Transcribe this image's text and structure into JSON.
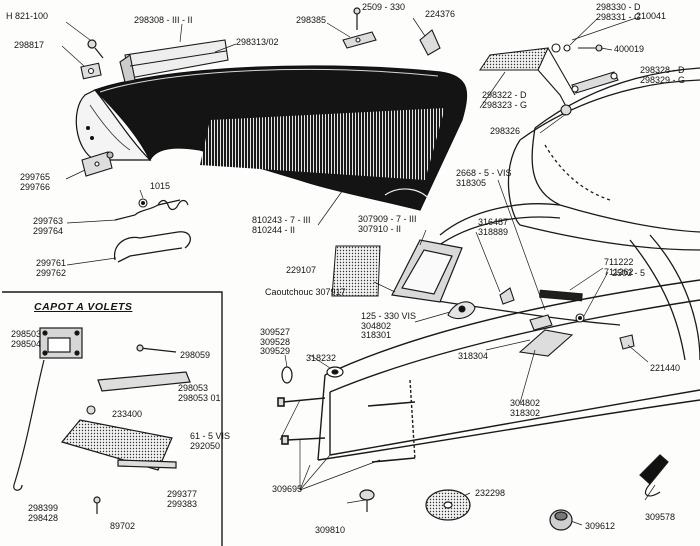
{
  "inset": {
    "title": "CAPOT A VOLETS"
  },
  "labels": [
    {
      "id": "h821100",
      "lines": [
        "H 821-100"
      ]
    },
    {
      "id": "298817",
      "lines": [
        "298817"
      ]
    },
    {
      "id": "298308",
      "lines": [
        "298308 - III - II"
      ]
    },
    {
      "id": "298313",
      "lines": [
        "298313/02"
      ]
    },
    {
      "id": "298385",
      "lines": [
        "298385"
      ]
    },
    {
      "id": "2509",
      "lines": [
        "2509 - 330"
      ]
    },
    {
      "id": "224376",
      "lines": [
        "224376"
      ]
    },
    {
      "id": "298330",
      "lines": [
        "298330 - D",
        "298331 - G"
      ]
    },
    {
      "id": "210041",
      "lines": [
        "210041"
      ]
    },
    {
      "id": "400019",
      "lines": [
        "400019"
      ]
    },
    {
      "id": "298328",
      "lines": [
        "298328 - D",
        "298329 - G"
      ]
    },
    {
      "id": "298322",
      "lines": [
        "298322 - D",
        "298323 - G"
      ]
    },
    {
      "id": "298326",
      "lines": [
        "298326"
      ]
    },
    {
      "id": "299765",
      "lines": [
        "299765",
        "299766"
      ]
    },
    {
      "id": "1015",
      "lines": [
        "1015"
      ]
    },
    {
      "id": "299763",
      "lines": [
        "299763",
        "299764"
      ]
    },
    {
      "id": "299761",
      "lines": [
        "299761",
        "299762"
      ]
    },
    {
      "id": "810243",
      "lines": [
        "810243 - 7 - III",
        "810244 - II"
      ]
    },
    {
      "id": "2668",
      "lines": [
        "2668 - 5 - VIS",
        "318305"
      ]
    },
    {
      "id": "307909",
      "lines": [
        "307909 - 7 - III",
        "307910 - II"
      ]
    },
    {
      "id": "316487",
      "lines": [
        "316487",
        "318889"
      ]
    },
    {
      "id": "229107",
      "lines": [
        "229107"
      ]
    },
    {
      "id": "caoutchouc",
      "lines": [
        "Caoutchouc  307917"
      ]
    },
    {
      "id": "711222",
      "lines": [
        "711222",
        "711262"
      ]
    },
    {
      "id": "2503",
      "lines": [
        "2503 - 5"
      ]
    },
    {
      "id": "125330",
      "lines": [
        "125 - 330  VIS",
        "304802",
        "318301"
      ]
    },
    {
      "id": "309527",
      "lines": [
        "309527",
        "309528",
        "309529"
      ]
    },
    {
      "id": "318232",
      "lines": [
        "318232"
      ]
    },
    {
      "id": "318304",
      "lines": [
        "318304"
      ]
    },
    {
      "id": "221440",
      "lines": [
        "221440"
      ]
    },
    {
      "id": "298503",
      "lines": [
        "298503",
        "298504"
      ]
    },
    {
      "id": "298059",
      "lines": [
        "298059"
      ]
    },
    {
      "id": "298053",
      "lines": [
        "298053",
        "298053 01"
      ]
    },
    {
      "id": "233400",
      "lines": [
        "233400"
      ]
    },
    {
      "id": "61-5",
      "lines": [
        "61 - 5   VIS",
        "292050"
      ]
    },
    {
      "id": "304802b",
      "lines": [
        "304802",
        "318302"
      ]
    },
    {
      "id": "299377",
      "lines": [
        "299377",
        "299383"
      ]
    },
    {
      "id": "298399",
      "lines": [
        "298399",
        "298428"
      ]
    },
    {
      "id": "89702",
      "lines": [
        "89702"
      ]
    },
    {
      "id": "309695",
      "lines": [
        "309695"
      ]
    },
    {
      "id": "232298",
      "lines": [
        "232298"
      ]
    },
    {
      "id": "309578",
      "lines": [
        "309578"
      ]
    },
    {
      "id": "309810",
      "lines": [
        "309810"
      ]
    },
    {
      "id": "309612",
      "lines": [
        "309612"
      ]
    }
  ]
}
